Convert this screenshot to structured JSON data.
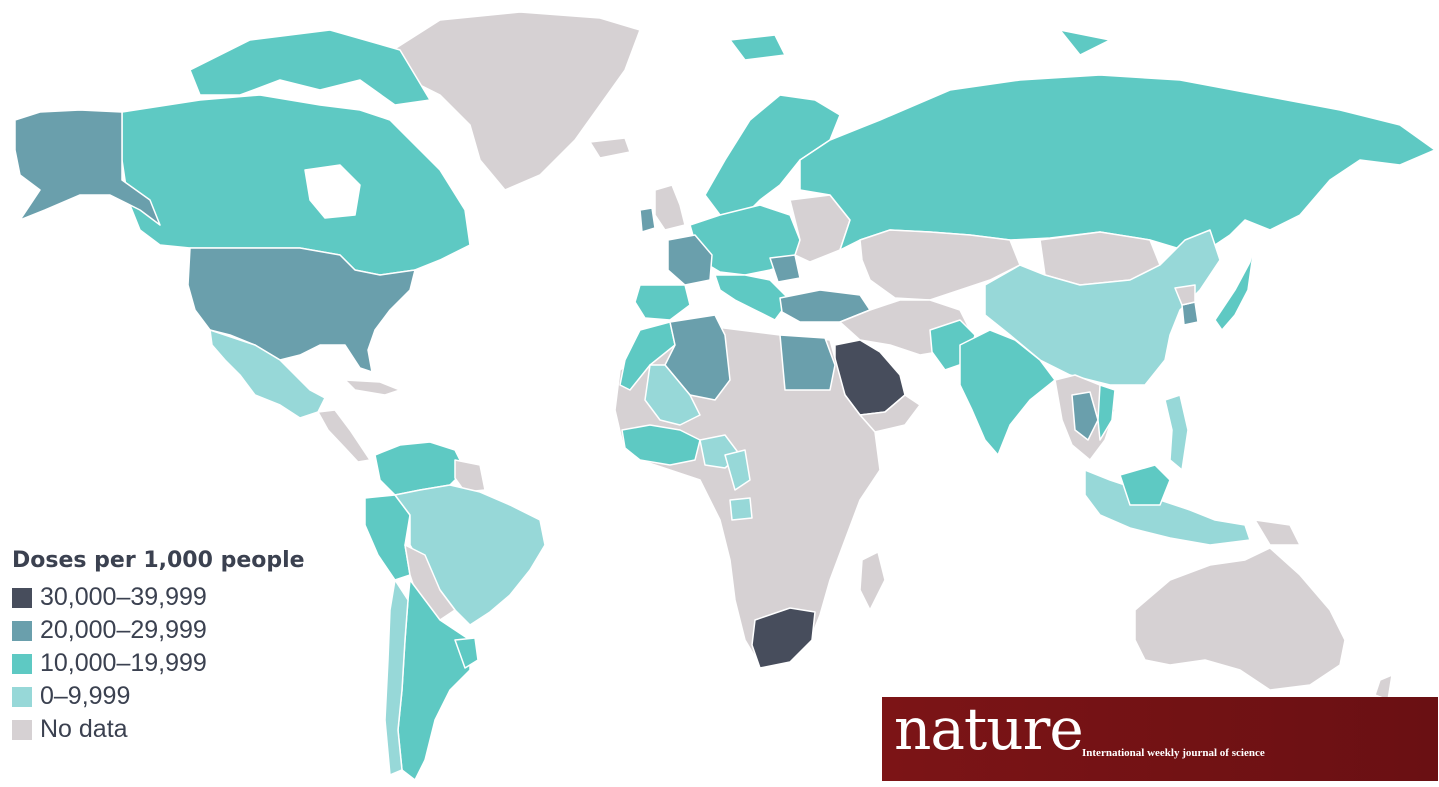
{
  "legend": {
    "title": "Doses per 1,000 people",
    "items": [
      {
        "label": "30,000–39,999",
        "color": "#474d5c"
      },
      {
        "label": "20,000–29,999",
        "color": "#6a9fac"
      },
      {
        "label": "10,000–19,999",
        "color": "#5ec9c3"
      },
      {
        "label": "0–9,999",
        "color": "#97d8d8"
      },
      {
        "label": "No data",
        "color": "#d6d1d3"
      }
    ]
  },
  "logo": {
    "wordmark": "nature",
    "tagline": "International weekly journal of science"
  }
}
